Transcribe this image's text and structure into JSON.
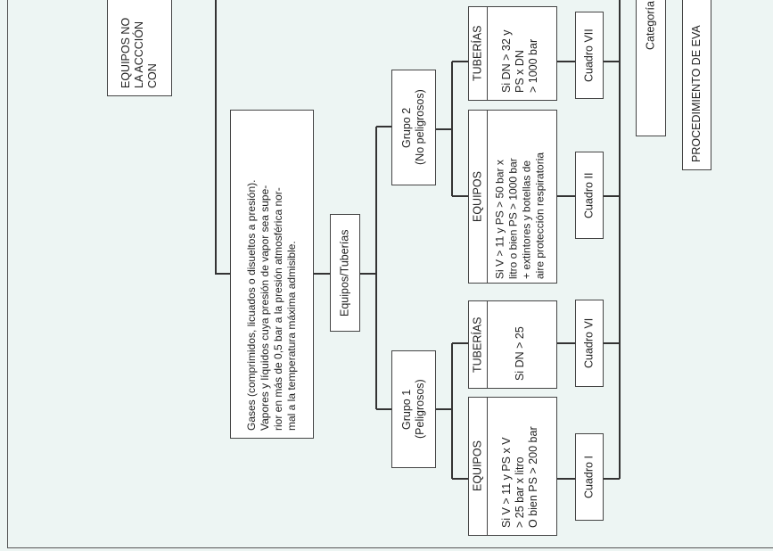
{
  "header": {
    "excluded_box": "EQUIPOS NO\nLA ACCCIÓN\nCON",
    "category_box": "Categoría",
    "procedure_box": "PROCEDIMIENTO DE EVA"
  },
  "fluid_box": "Gases (comprimidos, licuados o disueltos a presión).\nVapores y líquidos cuya presión de vapor sea supe-\nrior en más de 0,5 bar a la presión atmosférica nor-\nmal a la temperatura máxima admisible.",
  "type_box": "Equipos/Tuberías",
  "groups": [
    {
      "label": "Grupo 1\n(Peligrosos)",
      "equipos": {
        "title": "EQUIPOS",
        "text": "Si V > 11 y PS x V\n> 25 bar x litro\nO bien PS > 200 bar",
        "table": "Cuadro I"
      },
      "tuberias": {
        "title": "TUBERÍAS",
        "text": "Si DN > 25",
        "table": "Cuadro VI"
      }
    },
    {
      "label": "Grupo 2\n(No peligrosos)",
      "equipos": {
        "title": "EQUIPOS",
        "text": "Si V > 11 y PS > 50 bar x\nlitro o bien PS > 1000 bar\n+ extintores y botellas de\naire protección respiratoria",
        "table": "Cuadro II"
      },
      "tuberias": {
        "title": "TUBERÍAS",
        "text": "Si DN > 32 y\nPS x DN\n> 1000 bar",
        "table": "Cuadro VII"
      }
    }
  ]
}
